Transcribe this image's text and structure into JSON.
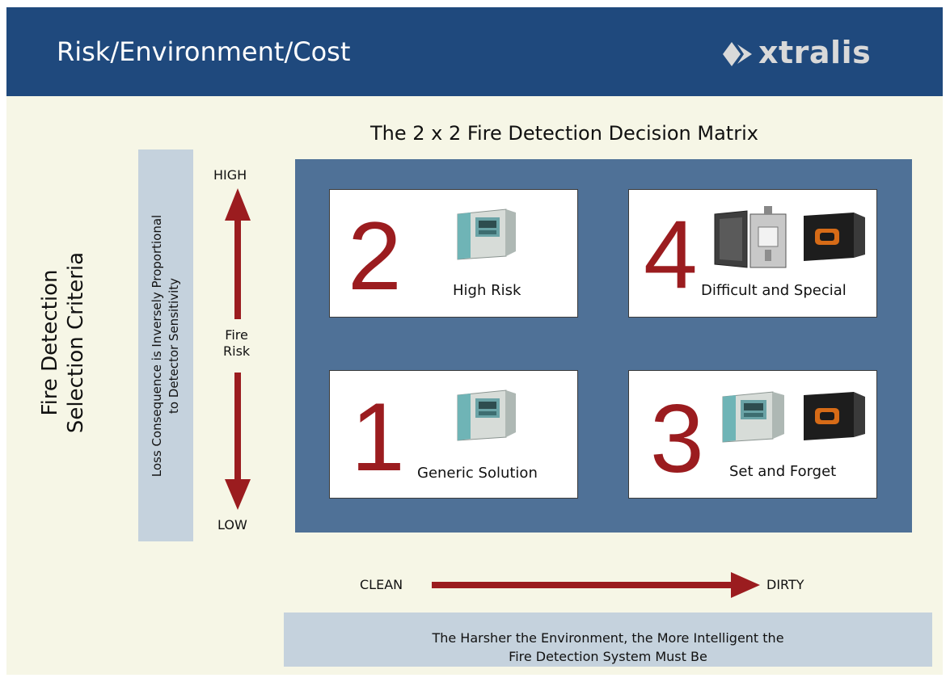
{
  "header": {
    "title": "Risk/Environment/Cost",
    "logo_text": "xtralis"
  },
  "matrix_title": "The 2 x 2 Fire Detection Decision Matrix",
  "side_title": {
    "line1": "Fire Detection",
    "line2": "Selection Criteria"
  },
  "loss_box": {
    "line1": "Loss Consequence is Inversely Proportional",
    "line2": "to Detector Sensitivity"
  },
  "vertical_axis": {
    "top": "HIGH",
    "bottom": "LOW",
    "middle_line1": "Fire",
    "middle_line2": "Risk"
  },
  "horizontal_axis": {
    "left": "CLEAN",
    "right": "DIRTY"
  },
  "quadrants": [
    {
      "number": "2",
      "label": "High Risk"
    },
    {
      "number": "4",
      "label": "Difficult and Special"
    },
    {
      "number": "1",
      "label": "Generic Solution"
    },
    {
      "number": "3",
      "label": "Set and Forget"
    }
  ],
  "bottom_note": {
    "line1": "The Harsher the Environment, the More Intelligent the",
    "line2": "Fire Detection System Must Be"
  },
  "colors": {
    "header_bg": "#1f497d",
    "matrix_bg": "#4f7197",
    "accent_red": "#9b1c1f",
    "panel_blue": "#c5d2dd",
    "slide_bg": "#f6f6e6"
  }
}
